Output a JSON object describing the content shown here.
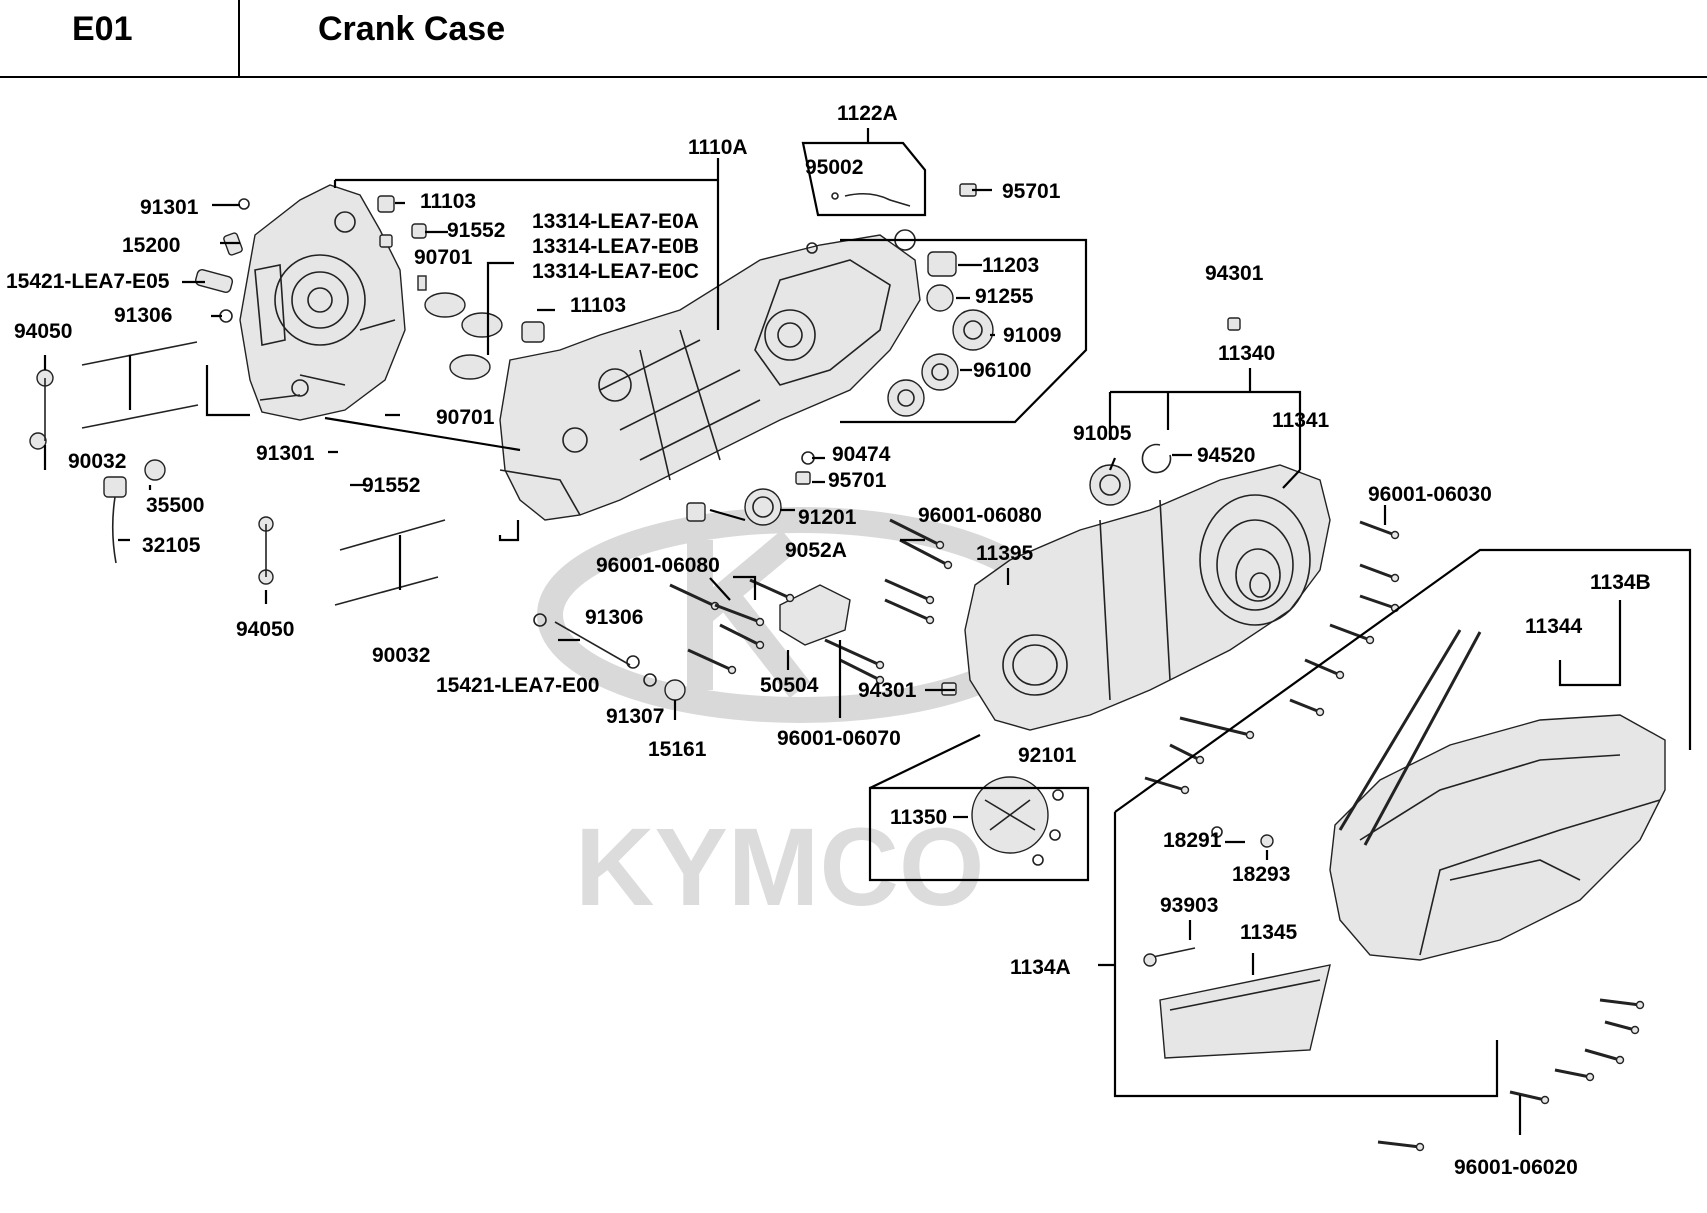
{
  "header": {
    "section_code": "E01",
    "title": "Crank Case"
  },
  "watermark": {
    "brand": "KYMCO",
    "color": "#d9d9d9"
  },
  "callouts": {
    "l1122A": "1122A",
    "l95002": "95002",
    "l95701a": "95701",
    "l1110A": "1110A",
    "l91301a": "91301",
    "l11103a": "11103",
    "l15200": "15200",
    "l91552a": "91552",
    "l15421E05": "15421-LEA7-E05",
    "l90701a": "90701",
    "l13314A": "13314-LEA7-E0A",
    "l13314B": "13314-LEA7-E0B",
    "l13314C": "13314-LEA7-E0C",
    "l91306a": "91306",
    "l11103b": "11103",
    "l94050a": "94050",
    "l11203": "11203",
    "l91255": "91255",
    "l91009": "91009",
    "l96100": "96100",
    "l90032a": "90032",
    "l90701b": "90701",
    "l91301b": "91301",
    "l91552b": "91552",
    "l35500": "35500",
    "l32105": "32105",
    "l94301a": "94301",
    "l11340": "11340",
    "l11341": "11341",
    "l91005": "91005",
    "l94520": "94520",
    "l90474": "90474",
    "l95701b": "95701",
    "l91201": "91201",
    "l9052A": "9052A",
    "l96001_06080a": "96001-06080",
    "l96001_06080b": "96001-06080",
    "l96001_06030": "96001-06030",
    "l11395": "11395",
    "l1134B": "1134B",
    "l11344": "11344",
    "l94050b": "94050",
    "l90032b": "90032",
    "l91306b": "91306",
    "l15421E00": "15421-LEA7-E00",
    "l50504": "50504",
    "l94301b": "94301",
    "l91307": "91307",
    "l15161": "15161",
    "l96001_06070": "96001-06070",
    "l92101": "92101",
    "l11350": "11350",
    "l18291": "18291",
    "l18293": "18293",
    "l93903": "93903",
    "l11345": "11345",
    "l1134A": "1134A",
    "l96001_06020": "96001-06020"
  }
}
